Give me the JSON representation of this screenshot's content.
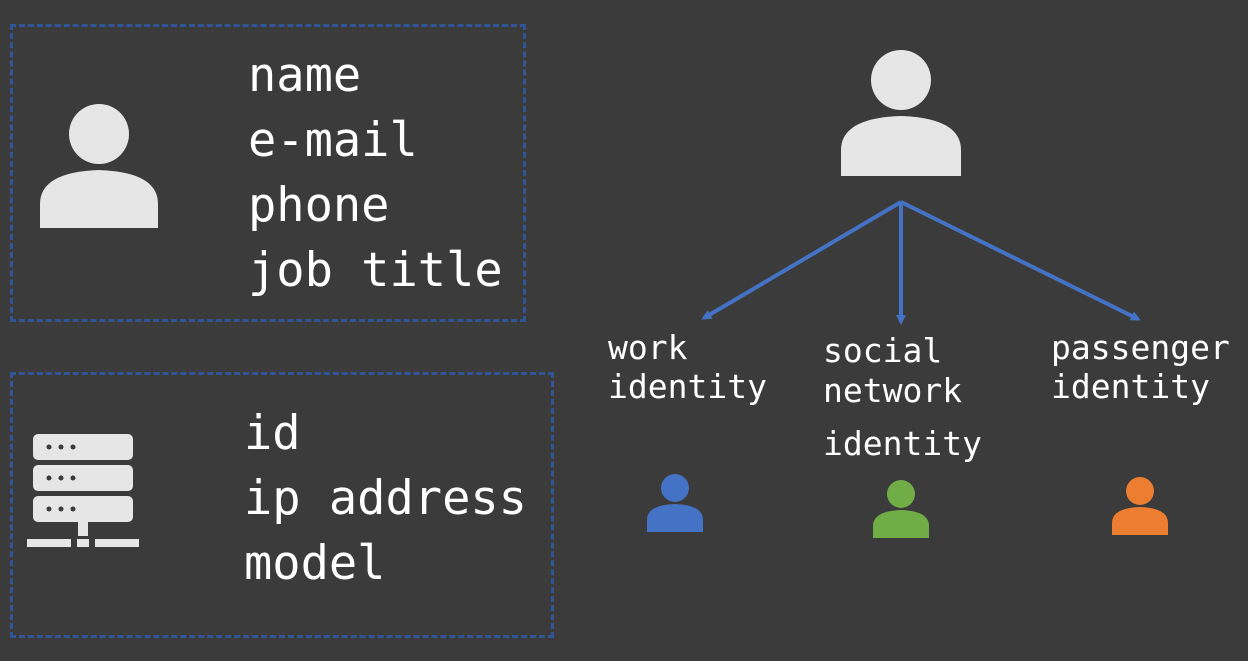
{
  "person_attributes": [
    "name",
    "e-mail",
    "phone",
    "job title"
  ],
  "device_attributes": [
    "id",
    "ip address",
    "model"
  ],
  "identities": [
    {
      "line1": "work",
      "line2": "identity",
      "line3": "",
      "color": "#4472c4"
    },
    {
      "line1": "social",
      "line2": "network",
      "line3": "identity",
      "color": "#70ad47"
    },
    {
      "line1": "passenger",
      "line2": "identity",
      "line3": "",
      "color": "#ed7d31"
    }
  ],
  "colors": {
    "background": "#3b3b3b",
    "box_border": "#2f5597",
    "arrow": "#4472c4",
    "icon_gray": "#e6e6e6",
    "text": "#ffffff"
  },
  "icons": [
    "person-icon",
    "server-icon",
    "person-icon",
    "person-icon",
    "person-icon",
    "person-icon"
  ]
}
